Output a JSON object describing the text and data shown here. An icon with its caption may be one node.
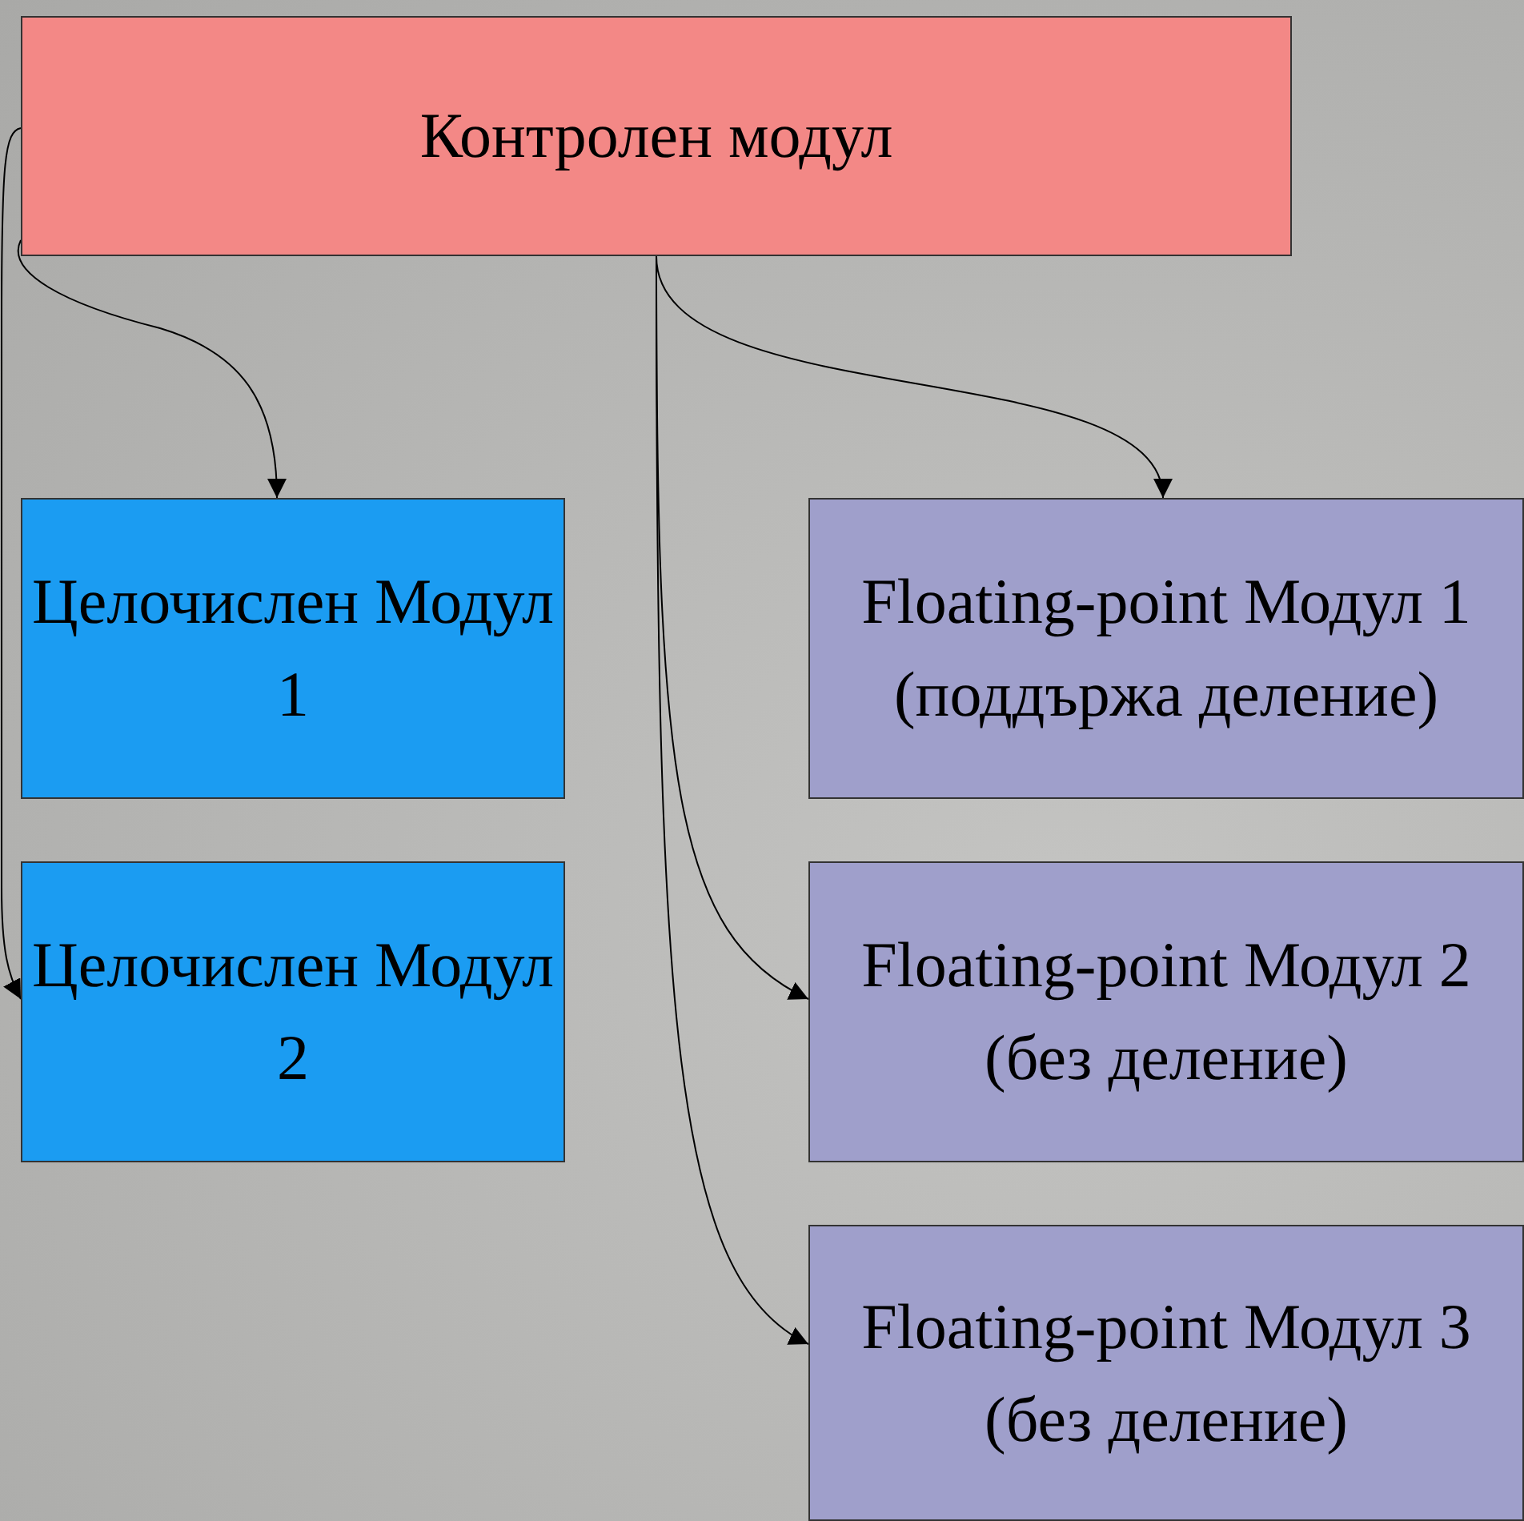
{
  "diagram": {
    "nodes": [
      {
        "text": [
          "Контролен модул"
        ]
      },
      {
        "text": [
          "Целочислен Модул 1"
        ]
      },
      {
        "text": [
          "Целочислен Модул 2"
        ]
      },
      {
        "text": [
          "Floating-point Модул 1 (поддържа деление)"
        ]
      },
      {
        "text": [
          "Floating-point Модул 2 (без деление)"
        ]
      },
      {
        "text": [
          "Floating-point Модул 3 (без деление)"
        ]
      }
    ],
    "edges": [
      {
        "from": 0,
        "to": 1,
        "arrow": "to"
      },
      {
        "from": 0,
        "to": 2,
        "arrow": "to"
      },
      {
        "from": 0,
        "to": 3,
        "arrow": "to"
      },
      {
        "from": 0,
        "to": 4,
        "arrow": "to"
      },
      {
        "from": 0,
        "to": 5,
        "arrow": "to"
      }
    ]
  }
}
